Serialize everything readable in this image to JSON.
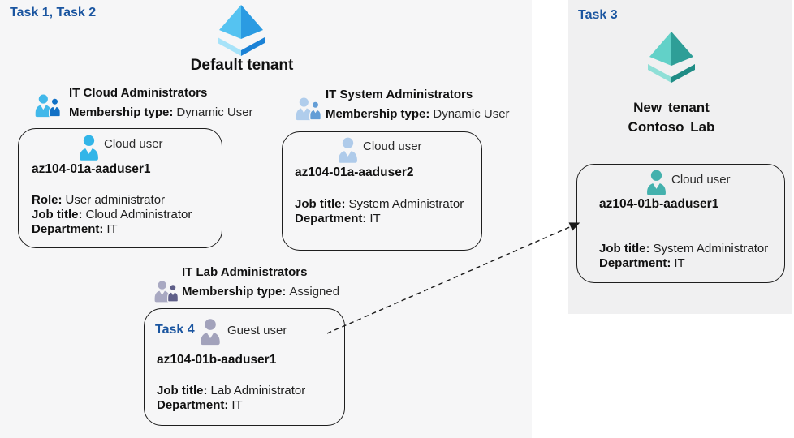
{
  "colors": {
    "task_accent": "#1A55A0",
    "left_background": "#F6F6F7",
    "right_panel_background": "#F0F0F1",
    "aad_icon_blue": "#2B9BE2",
    "aad_icon_teal": "#2E9E97",
    "cloud_user_blue": "#32B5E8",
    "cloud_user_steel": "#AFCBEA",
    "guest_user_gray": "#A2A2BB",
    "cloud_user_teal": "#44B1AD"
  },
  "left_section": {
    "task_label": "Task 1, Task 2",
    "tenant_icon": "azure-ad-tenant-icon-blue",
    "tenant_title": "Default tenant",
    "groups": [
      {
        "name": "IT Cloud Administrators",
        "membership_label": "Membership type:",
        "membership_value": "Dynamic User"
      },
      {
        "name": "IT System Administrators",
        "membership_label": "Membership type:",
        "membership_value": "Dynamic User"
      },
      {
        "name": "IT Lab Administrators",
        "membership_label": "Membership type:",
        "membership_value": "Assigned"
      }
    ],
    "cards": [
      {
        "type_label": "Cloud user",
        "username": "az104-01a-aaduser1",
        "fields": [
          {
            "label": "Role:",
            "value": "User administrator"
          },
          {
            "label": "Job title:",
            "value": "Cloud Administrator"
          },
          {
            "label": "Department:",
            "value": "IT"
          }
        ]
      },
      {
        "type_label": "Cloud user",
        "username": "az104-01a-aaduser2",
        "fields": [
          {
            "label": "Job title:",
            "value": "System Administrator"
          },
          {
            "label": "Department:",
            "value": "IT"
          }
        ]
      },
      {
        "task_label": "Task 4",
        "type_label": "Guest user",
        "username": "az104-01b-aaduser1",
        "fields": [
          {
            "label": "Job title:",
            "value": "Lab Administrator"
          },
          {
            "label": "Department:",
            "value": "IT"
          }
        ]
      }
    ]
  },
  "right_section": {
    "task_label": "Task 3",
    "tenant_icon": "azure-ad-tenant-icon-teal",
    "tenant_title_line1": "New tenant",
    "tenant_title_line2": "Contoso Lab",
    "card": {
      "type_label": "Cloud user",
      "username": "az104-01b-aaduser1",
      "fields": [
        {
          "label": "Job title:",
          "value": "System Administrator"
        },
        {
          "label": "Department:",
          "value": "IT"
        }
      ]
    }
  },
  "arrow": {
    "meaning": "guest user invited from default tenant to new tenant"
  }
}
